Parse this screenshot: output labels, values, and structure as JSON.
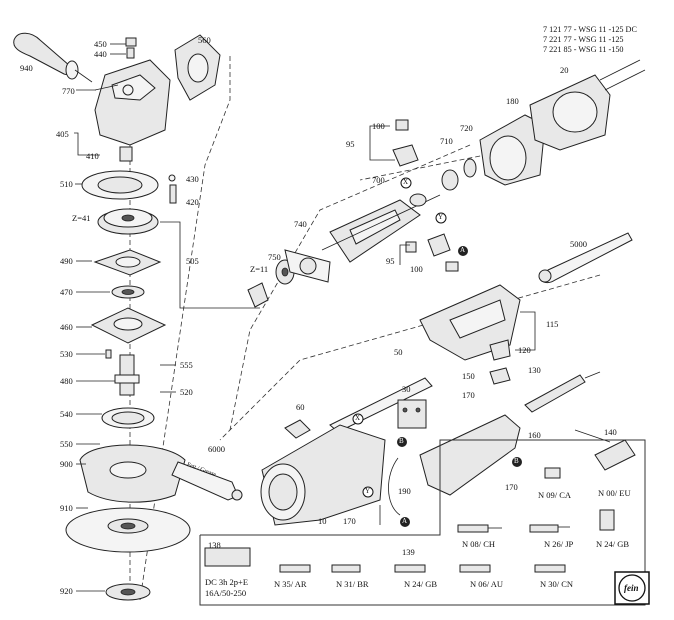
{
  "models": [
    "7 121 77 - WSG 11 -125 DC",
    "7 221 77 - WSG 11 -125",
    "7 221 85 - WSG 11 -150"
  ],
  "labels": {
    "p940": "940",
    "p450": "450",
    "p440": "440",
    "p770": "770",
    "p560": "560",
    "p405": "405",
    "p410": "410",
    "p430": "430",
    "p420": "420",
    "p510": "510",
    "z41": "Z=41",
    "p490": "490",
    "p505": "505",
    "p470": "470",
    "p460": "460",
    "p530": "530",
    "p555": "555",
    "p480": "480",
    "p520": "520",
    "p540": "540",
    "p550": "550",
    "p900": "900",
    "p910": "910",
    "p920": "920",
    "p100a": "100",
    "p95a": "95",
    "p710": "710",
    "p720": "720",
    "p180": "180",
    "p20": "20",
    "p700": "700",
    "p740": "740",
    "p750": "750",
    "z11": "Z=11",
    "p95b": "95",
    "p100b": "100",
    "p5000": "5000",
    "p115": "115",
    "p120": "120",
    "p50": "50",
    "p150": "150",
    "p130": "130",
    "p170a": "170",
    "p30": "30",
    "p60": "60",
    "p6000": "6000",
    "p160": "160",
    "p140": "140",
    "p190": "190",
    "p170b": "170",
    "p10": "10",
    "p170c": "170",
    "p138": "138",
    "p139": "139",
    "markX1": "X",
    "markY1": "Y",
    "markA1": "A",
    "markX2": "X",
    "markY2": "Y",
    "markB1": "B",
    "markA2": "A",
    "markB2": "B",
    "grease": "Fett / Grease"
  },
  "plugs": {
    "n09": "N 09/ CA",
    "n00": "N 00/ EU",
    "n08": "N 08/ CH",
    "n26": "N 26/ JP",
    "n24a": "N 24/ GB",
    "n35": "N 35/ AR",
    "n31": "N 31/ BR",
    "n24b": "N 24/ GB",
    "n06": "N 06/ AU",
    "n30": "N 30/ CN"
  },
  "dc_note": [
    "DC 3h 2p+E",
    "16A/50-250"
  ],
  "brand_logo": "fein"
}
